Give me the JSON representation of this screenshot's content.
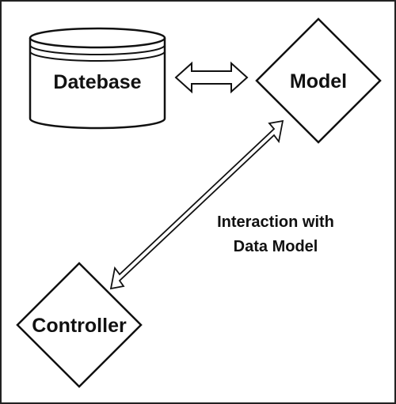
{
  "nodes": {
    "database": {
      "label": "Datebase"
    },
    "model": {
      "label": "Model"
    },
    "controller": {
      "label": "Controller"
    }
  },
  "annotation": {
    "line1": "Interaction with",
    "line2": "Data Model"
  }
}
